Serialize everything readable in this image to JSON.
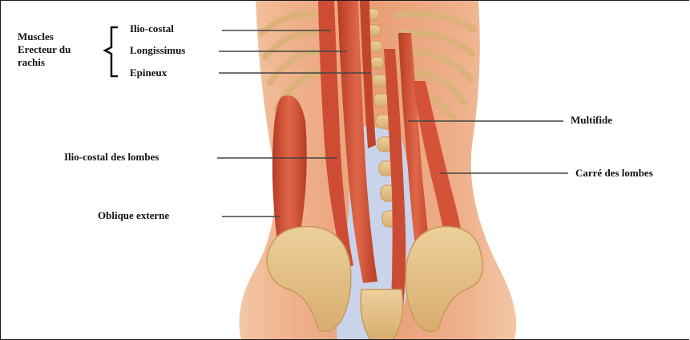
{
  "group": {
    "line1": "Muscles",
    "line2": "Erecteur du",
    "line3": "rachis"
  },
  "labels": {
    "ilio_costal": "Ilio-costal",
    "longissimus": "Longissimus",
    "epineux": "Epineux",
    "multifide": "Multifide",
    "ilio_costal_lombes": "Ilio-costal des lombes",
    "carre_lombes": "Carré des lombes",
    "oblique_externe": "Oblique externe"
  },
  "colors": {
    "skin": "#ecab86",
    "muscle": "#cd4a32",
    "bone": "#e3be83",
    "fascia": "#c9d3ea"
  }
}
